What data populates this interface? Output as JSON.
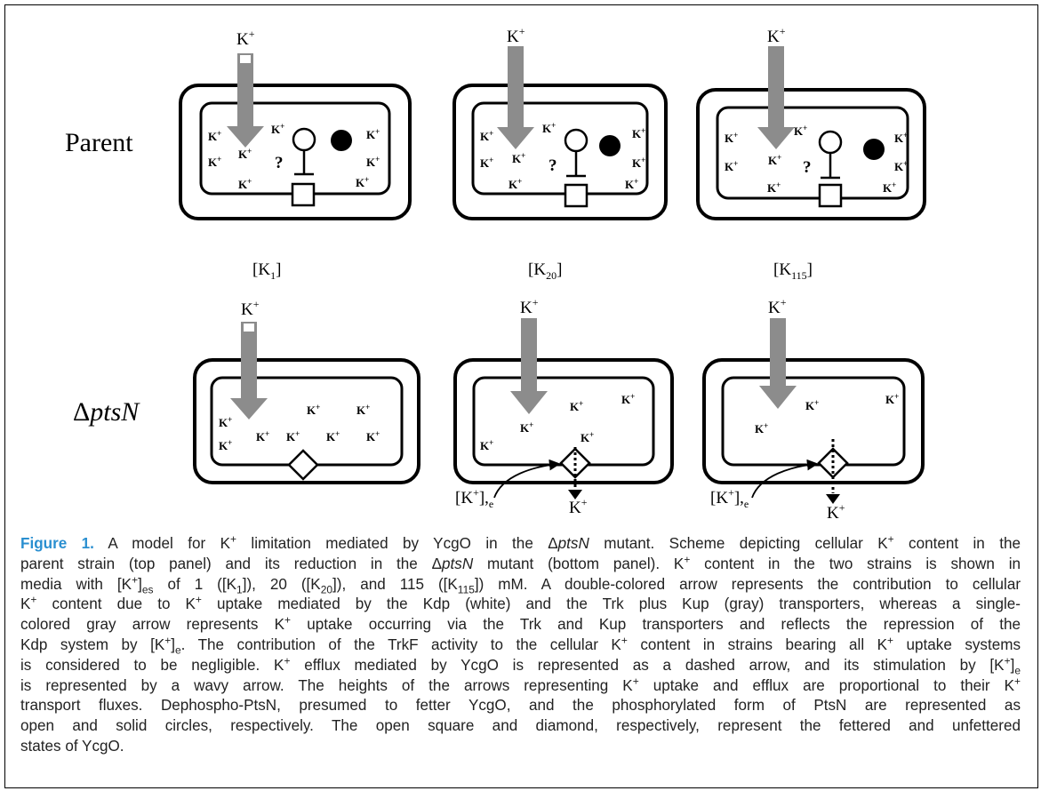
{
  "figure": {
    "row_labels": {
      "parent": "Parent",
      "mutant_prefix": "Δ",
      "mutant_italic": "ptsN"
    },
    "ion": {
      "base": "K",
      "charge": "+"
    },
    "question_mark": "?",
    "conditions": [
      {
        "open": "[K",
        "sub": "1",
        "close": "]"
      },
      {
        "open": "[K",
        "sub": "20",
        "close": "]"
      },
      {
        "open": "[K",
        "sub": "115",
        "close": "]"
      }
    ],
    "external_label": {
      "open": "[K",
      "sup": "+",
      "close": "],",
      "sub": "e"
    },
    "colors": {
      "arrow_gray": "#8c8c8c",
      "kdp_white": "#ffffff",
      "outline": "#000000",
      "caption_label": "#2a8fd0"
    }
  },
  "caption": {
    "label": "Figure 1.",
    "lines": [
      [
        " A model for K",
        {
          "sup": "+"
        },
        " limitation mediated by YcgO in the Δ",
        {
          "i": "ptsN"
        },
        " mutant. Scheme depicting cellular K",
        {
          "sup": "+"
        },
        " content in the"
      ],
      [
        "parent strain (top panel) and its reduction in the Δ",
        {
          "i": "ptsN"
        },
        " mutant (bottom panel). K",
        {
          "sup": "+"
        },
        " content in the two strains is shown in"
      ],
      [
        "media with [K",
        {
          "sup": "+"
        },
        "]",
        {
          "sub": "es"
        },
        " of 1 ([K",
        {
          "sub": "1"
        },
        "]), 20 ([K",
        {
          "sub": "20"
        },
        "]), and 115 ([K",
        {
          "sub": "115"
        },
        "]) mM. A double-colored arrow represents the contribution to cellular"
      ],
      [
        "K",
        {
          "sup": "+"
        },
        " content due to K",
        {
          "sup": "+"
        },
        " uptake mediated by the Kdp (white) and the Trk plus Kup (gray) transporters, whereas a single-"
      ],
      [
        "colored gray arrow represents K",
        {
          "sup": "+"
        },
        " uptake occurring via the Trk and Kup transporters and reflects the repression of the"
      ],
      [
        "Kdp system by [K",
        {
          "sup": "+"
        },
        "]",
        {
          "sub": "e"
        },
        ". The contribution of the TrkF activity to the cellular K",
        {
          "sup": "+"
        },
        " content in strains bearing all K",
        {
          "sup": "+"
        },
        " uptake systems"
      ],
      [
        "is considered to be negligible. K",
        {
          "sup": "+"
        },
        " efflux mediated by YcgO is represented as a dashed arrow, and its stimulation by [K",
        {
          "sup": "+"
        },
        "]",
        {
          "sub": "e"
        }
      ],
      [
        "is represented by a wavy arrow. The heights of the arrows representing K",
        {
          "sup": "+"
        },
        " uptake and efflux are proportional to their K",
        {
          "sup": "+"
        }
      ],
      [
        "transport fluxes. Dephospho-PtsN, presumed to fetter YcgO, and the phosphorylated form of PtsN are represented as"
      ],
      [
        "open and solid circles, respectively. The open square and diamond, respectively, represent the fettered and unfettered"
      ],
      [
        "states of YcgO."
      ]
    ]
  }
}
